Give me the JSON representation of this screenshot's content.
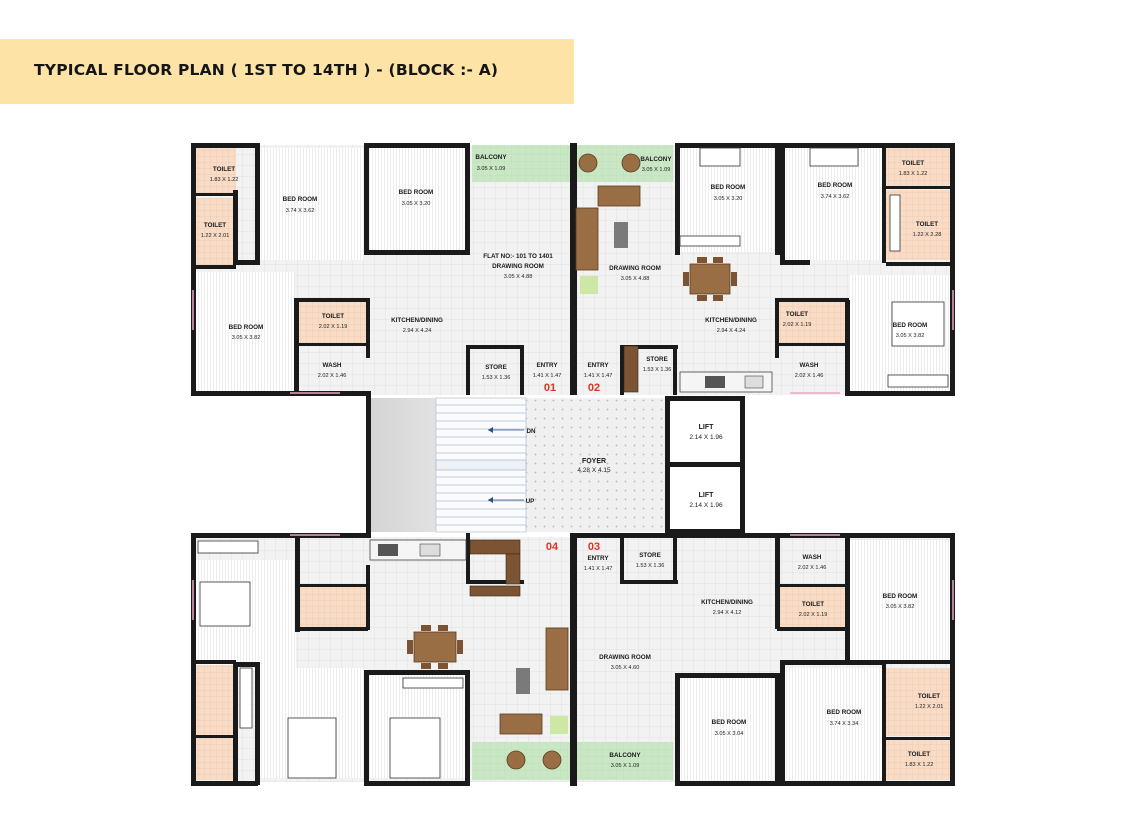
{
  "title": "TYPICAL FLOOR PLAN ( 1ST TO 14TH ) - (BLOCK :- A)",
  "colors": {
    "title_bg": "#fde3a5",
    "wall": "#1a1a1a",
    "floor_tile": "#f1f1f1",
    "toilet_tile": "#f8dcc6",
    "balcony": "#c9e7c4",
    "flat_number": "#e03222",
    "furniture": "#9a6e45"
  },
  "common": {
    "foyer": {
      "name": "FOYER",
      "dims": "4.28 X 4.15"
    },
    "lift_1": {
      "name": "LIFT",
      "dims": "2.14 X 1.96"
    },
    "lift_2": {
      "name": "LIFT",
      "dims": "2.14 X 1.96"
    },
    "stair_dn": "DN",
    "stair_up": "UP"
  },
  "flat_numbers": {
    "f01": "01",
    "f02": "02",
    "f03": "03",
    "f04": "04"
  },
  "flat01": {
    "flat_no": "FLAT NO:- 101 TO 1401",
    "balcony": {
      "name": "BALCONY",
      "dims": "3.05 X 1.09"
    },
    "toilet_a": {
      "name": "TOILET",
      "dims": "1.83 X 1.22"
    },
    "toilet_b": {
      "name": "TOILET",
      "dims": "1.22 X 2.01"
    },
    "bed_1": {
      "name": "BED ROOM",
      "dims": "3.74 X 3.62"
    },
    "bed_2": {
      "name": "BED ROOM",
      "dims": "3.05 X 3.20"
    },
    "drawing": {
      "name": "DRAWING ROOM",
      "dims": "3.05 X 4.88"
    },
    "bed_3": {
      "name": "BED ROOM",
      "dims": "3.05 X 3.82"
    },
    "toilet_c": {
      "name": "TOILET",
      "dims": "2.02 X 1.19"
    },
    "kitchen": {
      "name": "KITCHEN/DINING",
      "dims": "2.94 X 4.24"
    },
    "wash": {
      "name": "WASH",
      "dims": "2.02 X 1.46"
    },
    "store": {
      "name": "STORE",
      "dims": "1.53 X 1.36"
    },
    "entry": {
      "name": "ENTRY",
      "dims": "1.41 X 1.47"
    }
  },
  "flat02": {
    "balcony": {
      "name": "BALCONY",
      "dims": "3.05 X 1.09"
    },
    "bed_1": {
      "name": "BED ROOM",
      "dims": "3.05 X 3.20"
    },
    "bed_2": {
      "name": "BED ROOM",
      "dims": "3.74 X 3.62"
    },
    "toilet_a": {
      "name": "TOILET",
      "dims": "1.83 X 1.22"
    },
    "toilet_b": {
      "name": "TOILET",
      "dims": "1.22 X 2.28"
    },
    "drawing": {
      "name": "DRAWING ROOM",
      "dims": "3.05 X 4.88"
    },
    "kitchen": {
      "name": "KITCHEN/DINING",
      "dims": "2.94 X 4.24"
    },
    "toilet_c": {
      "name": "TOILET",
      "dims": "2.02 X 1.19"
    },
    "bed_3": {
      "name": "BED ROOM",
      "dims": "3.05 X 3.82"
    },
    "store": {
      "name": "STORE",
      "dims": "1.53 X 1.36"
    },
    "entry": {
      "name": "ENTRY",
      "dims": "1.41 X 1.47"
    },
    "wash": {
      "name": "WASH",
      "dims": "2.02 X 1.46"
    }
  },
  "flat03": {
    "store": {
      "name": "STORE",
      "dims": "1.53 X 1.36"
    },
    "entry": {
      "name": "ENTRY",
      "dims": "1.41 X 1.47"
    },
    "wash": {
      "name": "WASH",
      "dims": "2.02 X 1.46"
    },
    "bed_1": {
      "name": "BED ROOM",
      "dims": "3.05 X 3.82"
    },
    "kitchen": {
      "name": "KITCHEN/DINING",
      "dims": "2.94 X 4.12"
    },
    "toilet_a": {
      "name": "TOILET",
      "dims": "2.02 X 1.19"
    },
    "drawing": {
      "name": "DRAWING ROOM",
      "dims": "3.05 X 4.60"
    },
    "bed_2": {
      "name": "BED ROOM",
      "dims": "3.05 X 3.04"
    },
    "bed_3": {
      "name": "BED ROOM",
      "dims": "3.74 X 3.34"
    },
    "toilet_b": {
      "name": "TOILET",
      "dims": "1.22 X 2.01"
    },
    "toilet_c": {
      "name": "TOILET",
      "dims": "1.83 X 1.22"
    },
    "balcony": {
      "name": "BALCONY",
      "dims": "3.05 X 1.09"
    }
  }
}
